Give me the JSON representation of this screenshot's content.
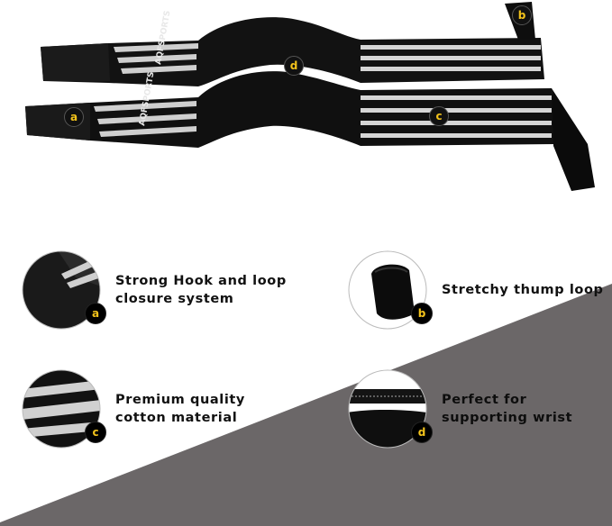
{
  "brand": "AQFSPORTS",
  "product_badges": {
    "a": "a",
    "b": "b",
    "c": "c",
    "d": "d"
  },
  "features": [
    {
      "badge": "a",
      "line1": "Strong Hook and loop",
      "line2": "closure system",
      "icon": "hook-loop-closure-closeup"
    },
    {
      "badge": "b",
      "line1": "Stretchy thump loop",
      "line2": "",
      "icon": "thumb-loop-closeup"
    },
    {
      "badge": "c",
      "line1": "Premium quality",
      "line2": "cotton material",
      "icon": "striped-cotton-closeup"
    },
    {
      "badge": "d",
      "line1": "Perfect for",
      "line2": "supporting wrist",
      "icon": "wrist-support-closeup"
    }
  ],
  "colors": {
    "background": "#ffffff",
    "diagonal_panel": "#6b6768",
    "strap": "#111111",
    "stripe": "#cfcfcf",
    "badge_letter": "#f2c21b"
  }
}
